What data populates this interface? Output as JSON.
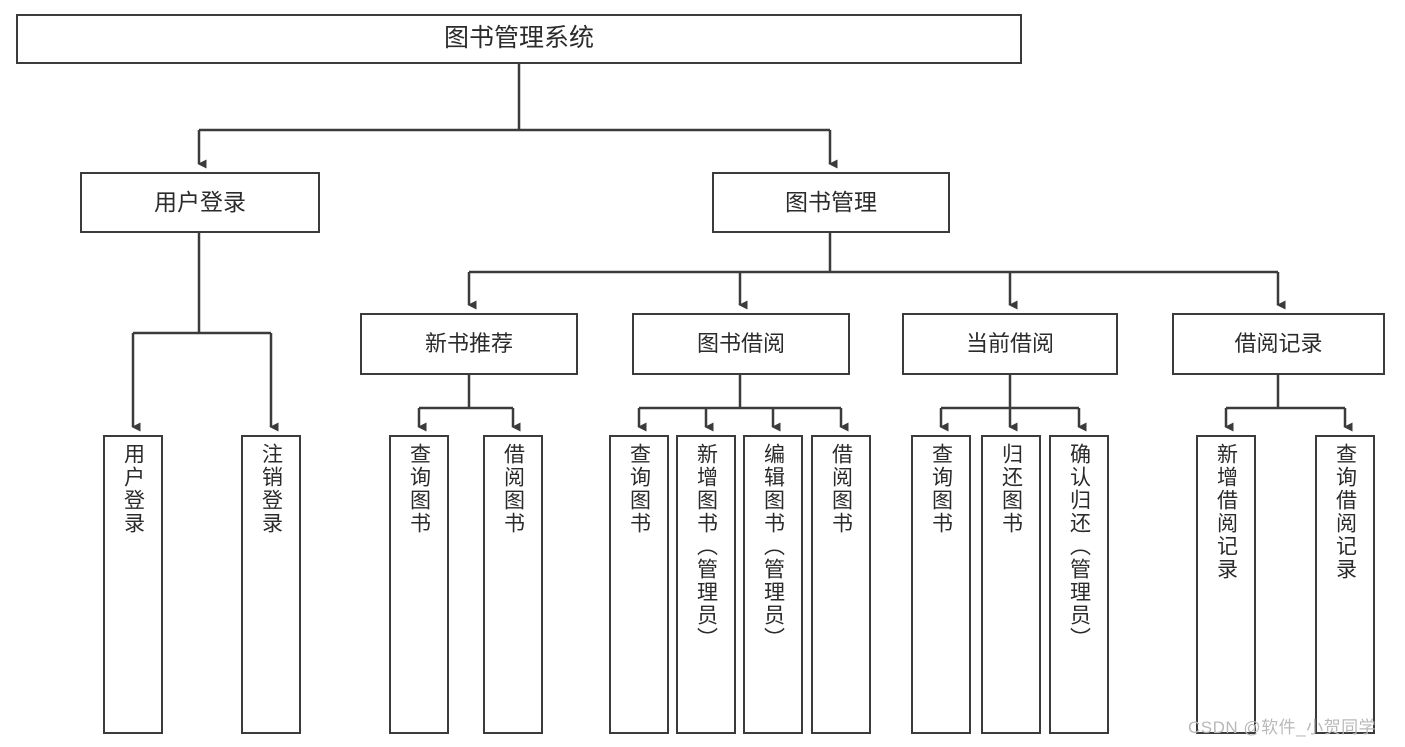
{
  "diagram": {
    "title": "图书管理系统",
    "type": "功能结构图",
    "watermark": "CSDN @软件_小贺同学",
    "colors": {
      "stroke": "#3b3b3b",
      "text": "#2b2b2b",
      "background": "#ffffff",
      "watermark": "#b9b9b9"
    }
  },
  "nodes": {
    "root": {
      "label": "图书管理系统"
    },
    "level1": [
      {
        "id": "user-login",
        "label": "用户登录"
      },
      {
        "id": "book-management",
        "label": "图书管理"
      }
    ],
    "level2": [
      {
        "id": "new-book-recommend",
        "label": "新书推荐"
      },
      {
        "id": "book-borrow",
        "label": "图书借阅"
      },
      {
        "id": "current-borrow",
        "label": "当前借阅"
      },
      {
        "id": "borrow-record",
        "label": "借阅记录"
      }
    ],
    "leaves": {
      "user_login": [
        {
          "id": "leaf-user-login",
          "label": "用户登录"
        },
        {
          "id": "leaf-logout",
          "label": "注销登录"
        }
      ],
      "new_book_recommend": [
        {
          "id": "leaf-query-book-1",
          "label": "查询图书"
        },
        {
          "id": "leaf-borrow-book-1",
          "label": "借阅图书"
        }
      ],
      "book_borrow": [
        {
          "id": "leaf-query-book-2",
          "label": "查询图书"
        },
        {
          "id": "leaf-add-book",
          "label": "新增图书（管理员）"
        },
        {
          "id": "leaf-edit-book",
          "label": "编辑图书（管理员）"
        },
        {
          "id": "leaf-borrow-book-2",
          "label": "借阅图书"
        }
      ],
      "current_borrow": [
        {
          "id": "leaf-query-book-3",
          "label": "查询图书"
        },
        {
          "id": "leaf-return-book",
          "label": "归还图书"
        },
        {
          "id": "leaf-confirm-return",
          "label": "确认归还（管理员）"
        }
      ],
      "borrow_record": [
        {
          "id": "leaf-add-record",
          "label": "新增借阅记录"
        },
        {
          "id": "leaf-query-record",
          "label": "查询借阅记录"
        }
      ]
    }
  }
}
